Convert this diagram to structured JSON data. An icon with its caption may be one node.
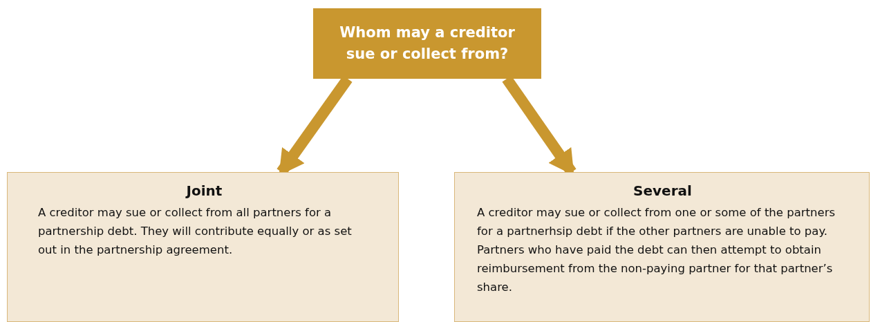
{
  "diagram": {
    "nodes": [
      {
        "text": [
          "Whom may a creditor sue or collect from?"
        ]
      },
      {
        "text": [
          "Joint",
          "A creditor may sue or collect from all partners for a partnership debt. They will contribute equally or as set out in the partnership agreement."
        ]
      },
      {
        "text": [
          "Several",
          "A creditor may sue or collect from one or some of the partners for a partnerhsip debt if the other partners are unable to pay. Partners who have paid the debt can then attempt to obtain reimbursement from the non-paying partner for that partner’s share."
        ]
      }
    ],
    "edges": [
      {
        "from": 0,
        "to": 1,
        "arrow": "to"
      },
      {
        "from": 0,
        "to": 2,
        "arrow": "to"
      }
    ]
  }
}
